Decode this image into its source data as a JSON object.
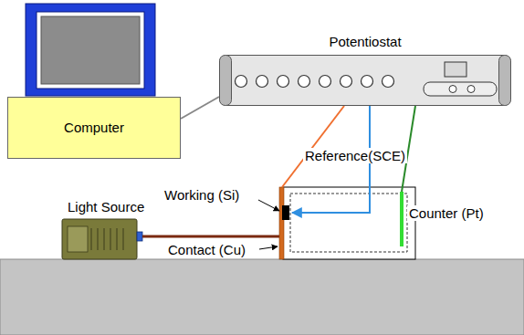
{
  "diagram": {
    "nodes": [
      {
        "text": [
          "Computer"
        ]
      },
      {
        "text": [
          "Potentiostat"
        ]
      }
    ],
    "edges": [
      {
        "from": 0,
        "to": 1,
        "arrow": "none"
      }
    ],
    "labels": [
      "Reference(SCE)",
      "Working (Si)",
      "Light Source",
      "Contact (Cu)",
      "Counter (Pt)"
    ]
  }
}
